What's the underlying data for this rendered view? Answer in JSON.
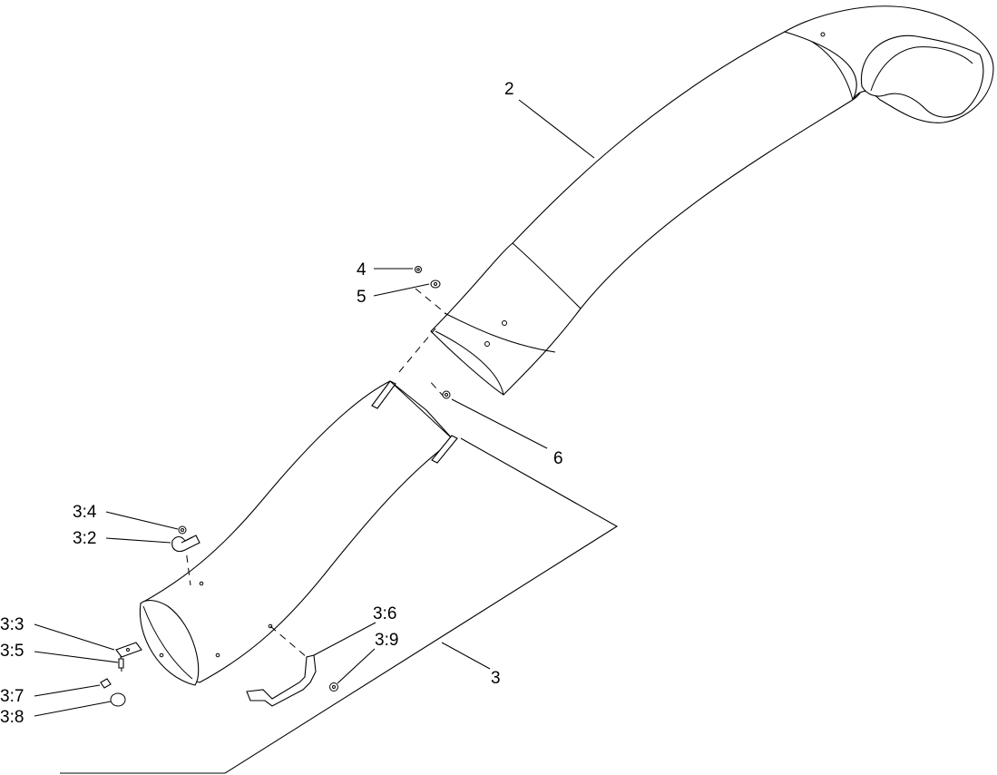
{
  "callouts": {
    "c2": "2",
    "c3": "3",
    "c4": "4",
    "c5": "5",
    "c6": "6",
    "c3_2": "3:2",
    "c3_3": "3:3",
    "c3_4": "3:4",
    "c3_5": "3:5",
    "c3_6": "3:6",
    "c3_7": "3:7",
    "c3_8": "3:8",
    "c3_9": "3:9"
  },
  "colors": {
    "line": "#000000",
    "background": "#ffffff"
  }
}
